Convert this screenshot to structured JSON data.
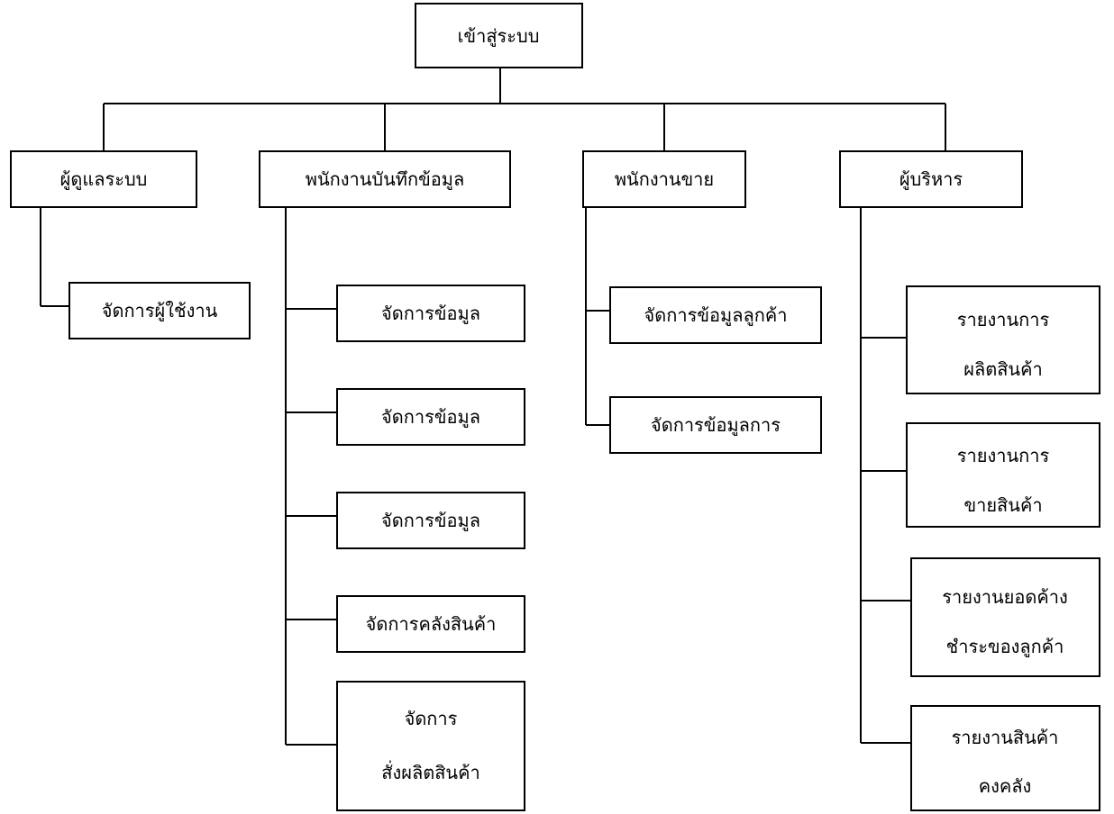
{
  "root": {
    "label": "เข้าสู่ระบบ"
  },
  "roles": {
    "admin": {
      "label": "ผู้ดูแลระบบ",
      "items": [
        "จัดการผู้ใช้งาน"
      ]
    },
    "data_entry": {
      "label": "พนักงานบันทึกข้อมูล",
      "items": [
        [
          "จัดการข้อมูล"
        ],
        [
          "จัดการข้อมูล"
        ],
        [
          "จัดการข้อมูล"
        ],
        [
          "จัดการคลังสินค้า"
        ],
        [
          "จัดการ",
          "สั่งผลิตสินค้า"
        ]
      ]
    },
    "sales": {
      "label": "พนักงานขาย",
      "items": [
        "จัดการข้อมูลลูกค้า",
        "จัดการข้อมูลการ"
      ]
    },
    "executive": {
      "label": "ผู้บริหาร",
      "items": [
        [
          "รายงานการ",
          "ผลิตสินค้า"
        ],
        [
          "รายงานการ",
          "ขายสินค้า"
        ],
        [
          "รายงานยอดค้าง",
          "ชำระของลูกค้า"
        ],
        [
          "รายงานสินค้า",
          "คงคลัง"
        ]
      ]
    }
  }
}
